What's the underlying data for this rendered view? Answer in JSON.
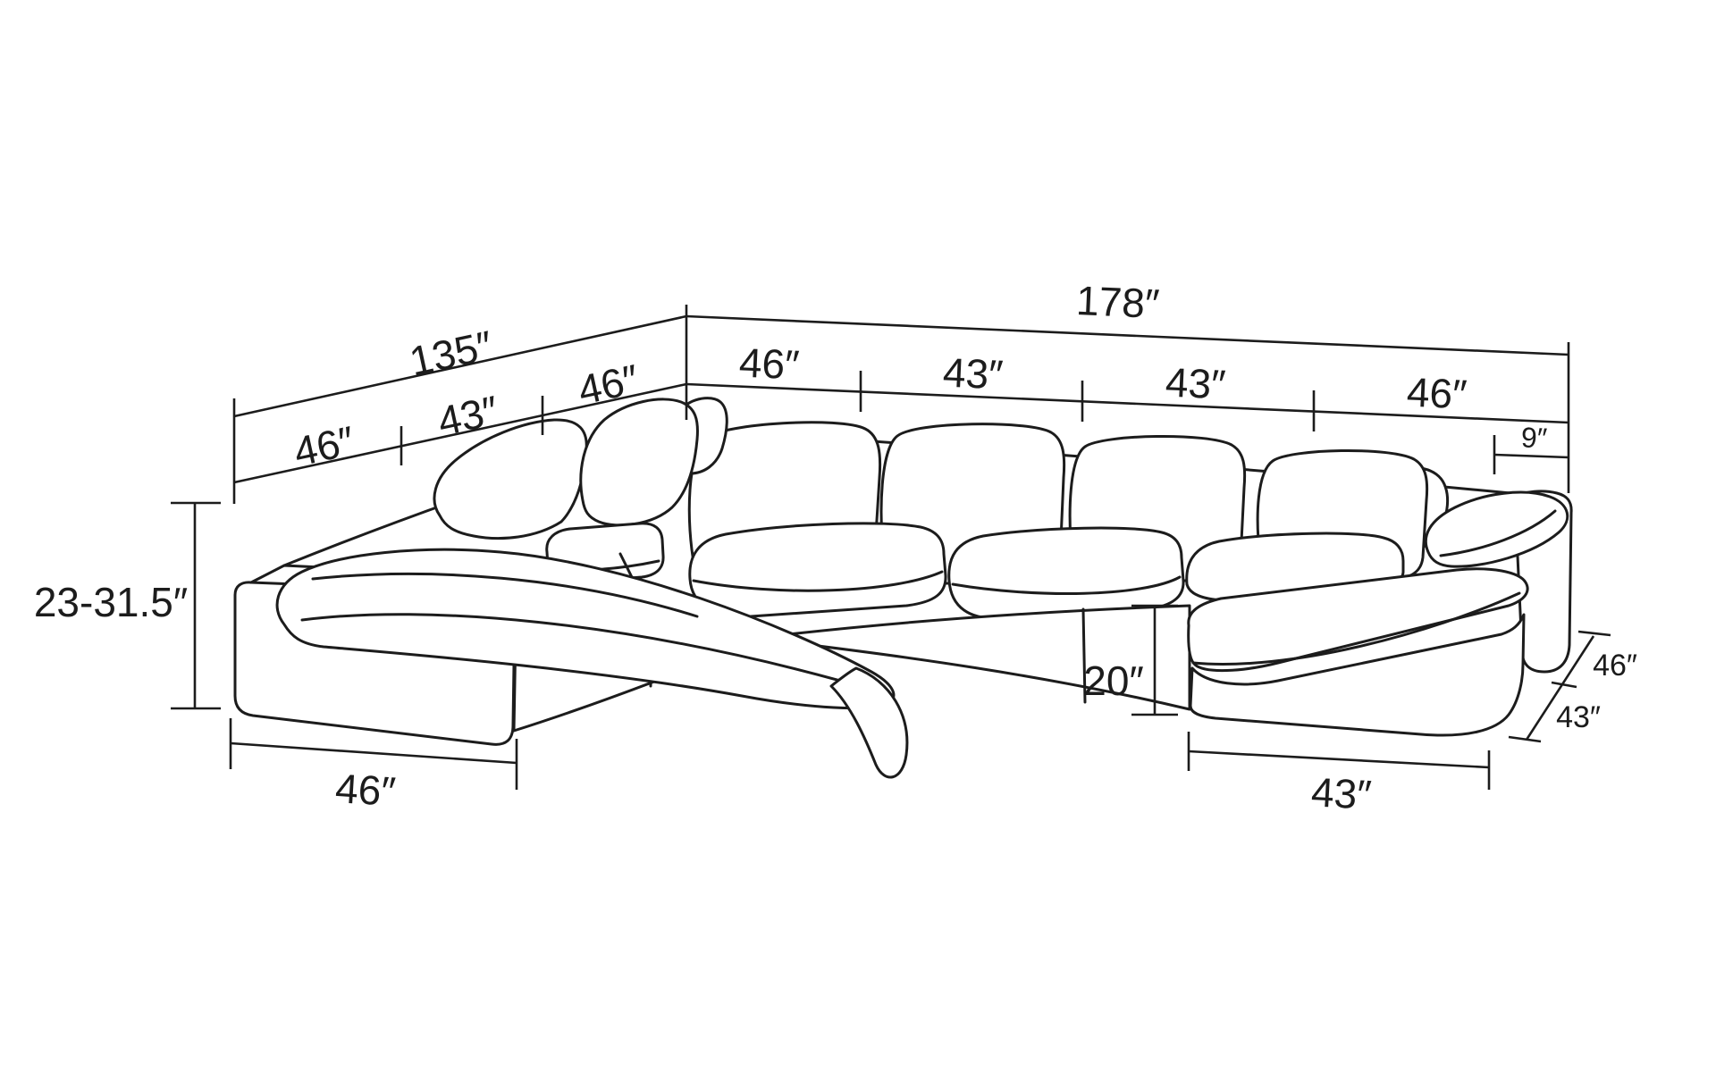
{
  "page": {
    "background": "#ffffff",
    "line_color": "#1c1c1c",
    "text_color": "#1c1c1c"
  },
  "diagram": {
    "kind": "sectional-sofa-dimension-drawing"
  },
  "dims": {
    "left_total": "135″",
    "left_seg1": "46″",
    "left_seg2": "43″",
    "left_seg3": "46″",
    "right_total": "178″",
    "right_seg1": "46″",
    "right_seg2": "43″",
    "right_seg3": "43″",
    "right_seg4": "46″",
    "arm_width": "9″",
    "height_range": "23-31.5″",
    "seat_height": "20″",
    "front_left_width": "46″",
    "ottoman_width": "43″",
    "depth_sofa": "46″",
    "depth_ottoman": "43″"
  }
}
